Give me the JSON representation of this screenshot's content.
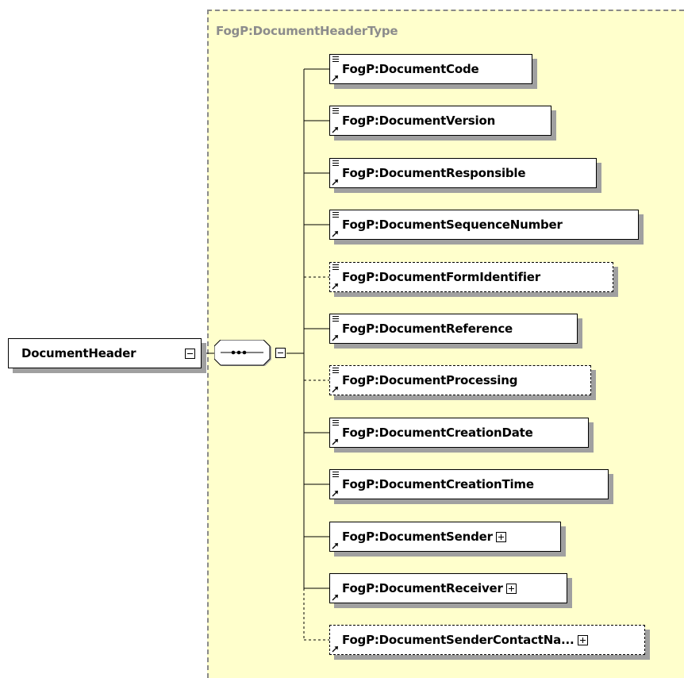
{
  "type_label": "FogP:DocumentHeaderType",
  "root": {
    "label": "DocumentHeader",
    "expand_icon": "collapse-minus-icon"
  },
  "compositor": {
    "kind": "sequence",
    "icon": "sequence-compositor-icon",
    "expand_icon": "collapse-minus-icon"
  },
  "elements": [
    {
      "label": "FogP:DocumentCode",
      "optional": false,
      "simple": true,
      "expandable": false
    },
    {
      "label": "FogP:DocumentVersion",
      "optional": false,
      "simple": true,
      "expandable": false
    },
    {
      "label": "FogP:DocumentResponsible",
      "optional": false,
      "simple": true,
      "expandable": false
    },
    {
      "label": "FogP:DocumentSequenceNumber",
      "optional": false,
      "simple": true,
      "expandable": false
    },
    {
      "label": "FogP:DocumentFormIdentifier",
      "optional": true,
      "simple": true,
      "expandable": false
    },
    {
      "label": "FogP:DocumentReference",
      "optional": false,
      "simple": true,
      "expandable": false
    },
    {
      "label": "FogP:DocumentProcessing",
      "optional": true,
      "simple": true,
      "expandable": false
    },
    {
      "label": "FogP:DocumentCreationDate",
      "optional": false,
      "simple": true,
      "expandable": false
    },
    {
      "label": "FogP:DocumentCreationTime",
      "optional": false,
      "simple": true,
      "expandable": false
    },
    {
      "label": "FogP:DocumentSender",
      "optional": false,
      "simple": false,
      "expandable": true
    },
    {
      "label": "FogP:DocumentReceiver",
      "optional": false,
      "simple": false,
      "expandable": true
    },
    {
      "label": "FogP:DocumentSenderContactNa...",
      "optional": true,
      "simple": false,
      "expandable": true
    }
  ]
}
